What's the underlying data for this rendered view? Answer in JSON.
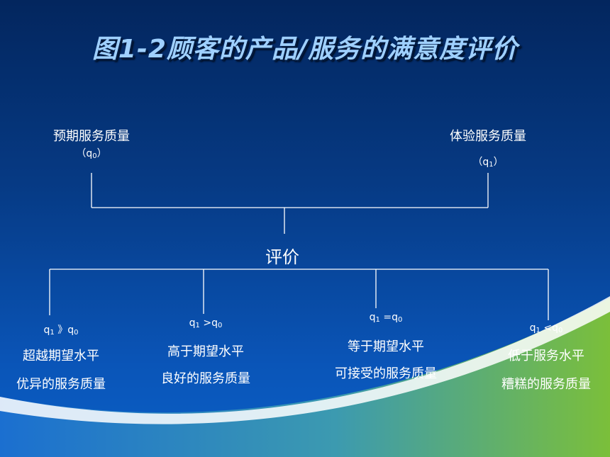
{
  "title": "图1-2顾客的产品/服务的满意度评价",
  "top": {
    "left": {
      "label": "预期服务质量",
      "sym_open": "（q",
      "sym_sub": "0",
      "sym_close": "）"
    },
    "right": {
      "label": "体验服务质量",
      "sym_open": "（q",
      "sym_sub": "1",
      "sym_close": "）"
    }
  },
  "center": {
    "label": "评价"
  },
  "branches": [
    {
      "rel_q": "q",
      "rel_sub1": "1",
      "rel_op": " 》q",
      "rel_sub2": "0",
      "line1": "超越期望水平",
      "line2": "优异的服务质量"
    },
    {
      "rel_q": "q",
      "rel_sub1": "1",
      "rel_op": " >q",
      "rel_sub2": "0",
      "line1": "高于期望水平",
      "line2": "良好的服务质量"
    },
    {
      "rel_q": "q",
      "rel_sub1": "1",
      "rel_op": " =q",
      "rel_sub2": "0",
      "line1": "等于期望水平",
      "line2": "可接受的服务质量"
    },
    {
      "rel_q": "q",
      "rel_sub1": "1",
      "rel_op": " <q",
      "rel_sub2": "0",
      "line1": "低于服务水平",
      "line2": "糟糕的服务质量"
    }
  ],
  "colors": {
    "bg_top": "#03265e",
    "bg_bottom": "#0b5fc6",
    "swoosh_white": "#ffffff",
    "swoosh_green": "#7bbf3a",
    "title": "#9fd0ff"
  }
}
